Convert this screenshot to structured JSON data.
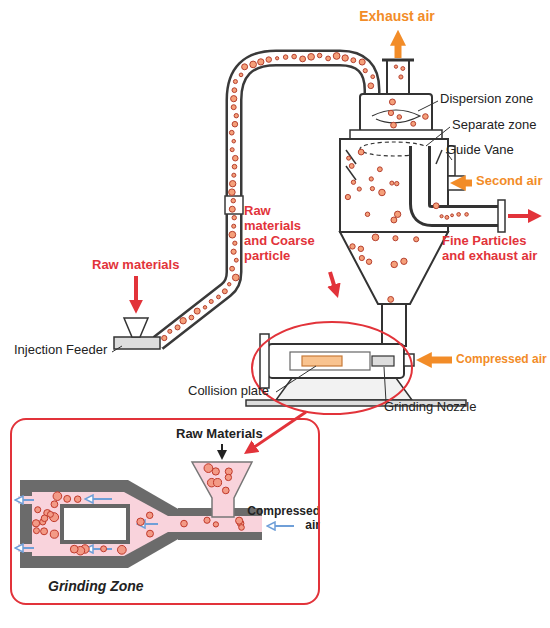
{
  "diagram": {
    "nodes": [
      {
        "text": [
          "Grinding Zone"
        ]
      }
    ],
    "labels": [
      "Exhaust air",
      "Dispersion zone",
      "Separate zone",
      "Guide Vane",
      "Second air",
      "Raw materials and Coarse particle",
      "Fine Particles and exhaust air",
      "Raw materials",
      "Compressed air",
      "Injection Feeder",
      "Grinding Nozzle",
      "Collision plate",
      "Raw Materials",
      "Compressed air"
    ]
  }
}
